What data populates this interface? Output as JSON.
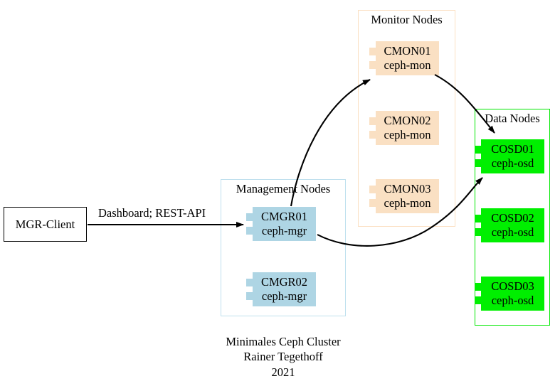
{
  "diagram": {
    "caption": {
      "line1": "Minimales Ceph Cluster",
      "line2": "Rainer Tegethoff",
      "line3": "2021"
    },
    "client": {
      "label": "MGR-Client"
    },
    "edges": [
      {
        "name": "client-to-cmgr01",
        "label": "Dashboard; REST-API"
      },
      {
        "name": "cmgr01-to-cmon01",
        "label": ""
      },
      {
        "name": "cmon01-to-cosd01",
        "label": ""
      },
      {
        "name": "cmgr01-to-cosd01",
        "label": ""
      }
    ],
    "groups": [
      {
        "id": "monitor",
        "title": "Monitor Nodes",
        "border_color": "#fbe0c3",
        "nodes": [
          {
            "id": "cmon01",
            "name": "CMON01",
            "role": "ceph-mon",
            "fill": "#fae0c3"
          },
          {
            "id": "cmon02",
            "name": "CMON02",
            "role": "ceph-mon",
            "fill": "#fae0c3"
          },
          {
            "id": "cmon03",
            "name": "CMON03",
            "role": "ceph-mon",
            "fill": "#fae0c3"
          }
        ]
      },
      {
        "id": "management",
        "title": "Management Nodes",
        "border_color": "#bfe0ee",
        "nodes": [
          {
            "id": "cmgr01",
            "name": "CMGR01",
            "role": "ceph-mgr",
            "fill": "#aed5e4"
          },
          {
            "id": "cmgr02",
            "name": "CMGR02",
            "role": "ceph-mgr",
            "fill": "#aed5e4"
          }
        ]
      },
      {
        "id": "data",
        "title": "Data Nodes",
        "border_color": "#00e800",
        "nodes": [
          {
            "id": "cosd01",
            "name": "COSD01",
            "role": "ceph-osd",
            "fill": "#00ef00"
          },
          {
            "id": "cosd02",
            "name": "COSD02",
            "role": "ceph-osd",
            "fill": "#00ef00"
          },
          {
            "id": "cosd03",
            "name": "COSD03",
            "role": "ceph-osd",
            "fill": "#00ef00"
          }
        ]
      }
    ]
  }
}
